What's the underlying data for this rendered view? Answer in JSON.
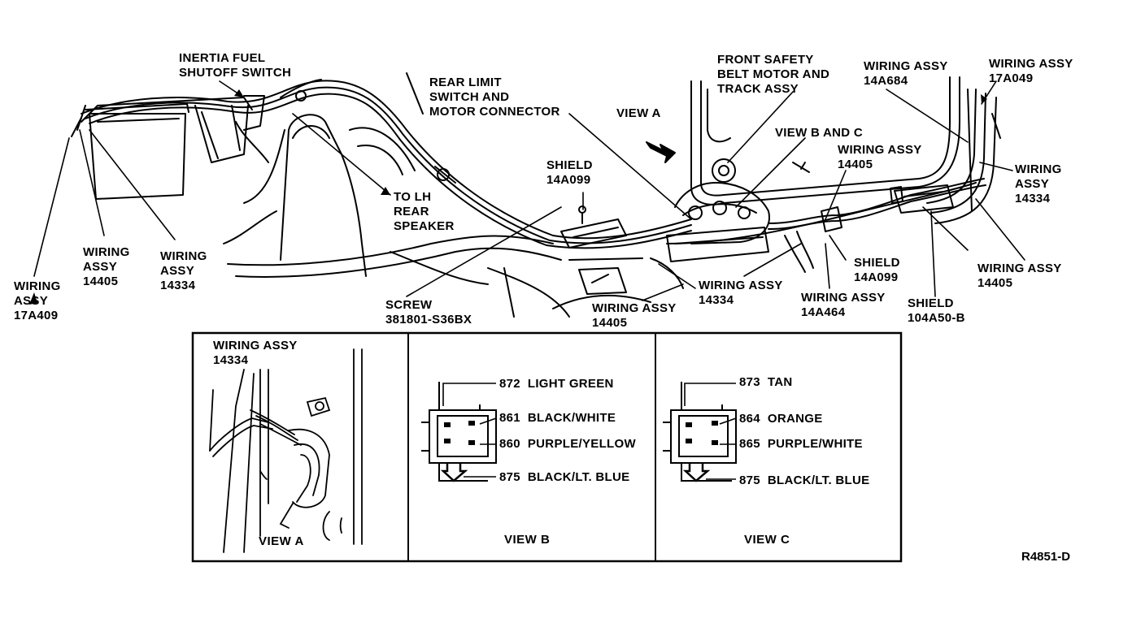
{
  "main_callouts": {
    "inertia_switch": [
      "INERTIA FUEL",
      "SHUTOFF SWITCH"
    ],
    "rear_limit": [
      "REAR LIMIT",
      "SWITCH AND",
      "MOTOR CONNECTOR"
    ],
    "view_a": "VIEW A",
    "front_safety": [
      "FRONT SAFETY",
      "BELT MOTOR AND",
      "TRACK ASSY"
    ],
    "wiring_14a684": [
      "WIRING ASSY",
      "14A684"
    ],
    "wiring_17a049": [
      "WIRING ASSY",
      "17A049"
    ],
    "view_b_c": "VIEW B AND C",
    "wiring_14405_top": [
      "WIRING ASSY",
      "14405"
    ],
    "wiring_14334_right": [
      "WIRING",
      "ASSY",
      "14334"
    ],
    "shield_14a099_top": [
      "SHIELD",
      "14A099"
    ],
    "to_lh_rear": [
      "TO LH",
      "REAR",
      "SPEAKER"
    ],
    "wiring_14405_left": [
      "WIRING",
      "ASSY",
      "14405"
    ],
    "wiring_14334_left": [
      "WIRING",
      "ASSY",
      "14334"
    ],
    "wiring_17a409": [
      "WIRING",
      "ASSY",
      "17A409"
    ],
    "screw": [
      "SCREW",
      "381801-S36BX"
    ],
    "wiring_14405_bottom": [
      "WIRING ASSY",
      "14405"
    ],
    "wiring_14334_bottom": [
      "WIRING ASSY",
      "14334"
    ],
    "wiring_14a464": [
      "WIRING ASSY",
      "14A464"
    ],
    "shield_14a099_bottom": [
      "SHIELD",
      "14A099"
    ],
    "shield_104a50b": [
      "SHIELD",
      "104A50-B"
    ],
    "wiring_14405_right": [
      "WIRING ASSY",
      "14405"
    ]
  },
  "panels": {
    "view_a": {
      "callout": [
        "WIRING ASSY",
        "14334"
      ],
      "caption": "VIEW A"
    },
    "view_b": {
      "caption": "VIEW B",
      "pins": [
        {
          "circuit": "872",
          "color": "LIGHT GREEN"
        },
        {
          "circuit": "861",
          "color": "BLACK/WHITE"
        },
        {
          "circuit": "860",
          "color": "PURPLE/YELLOW"
        },
        {
          "circuit": "875",
          "color": "BLACK/LT. BLUE"
        }
      ]
    },
    "view_c": {
      "caption": "VIEW C",
      "pins": [
        {
          "circuit": "873",
          "color": "TAN"
        },
        {
          "circuit": "864",
          "color": "ORANGE"
        },
        {
          "circuit": "865",
          "color": "PURPLE/WHITE"
        },
        {
          "circuit": "875",
          "color": "BLACK/LT. BLUE"
        }
      ]
    }
  },
  "figure_id": "R4851-D"
}
